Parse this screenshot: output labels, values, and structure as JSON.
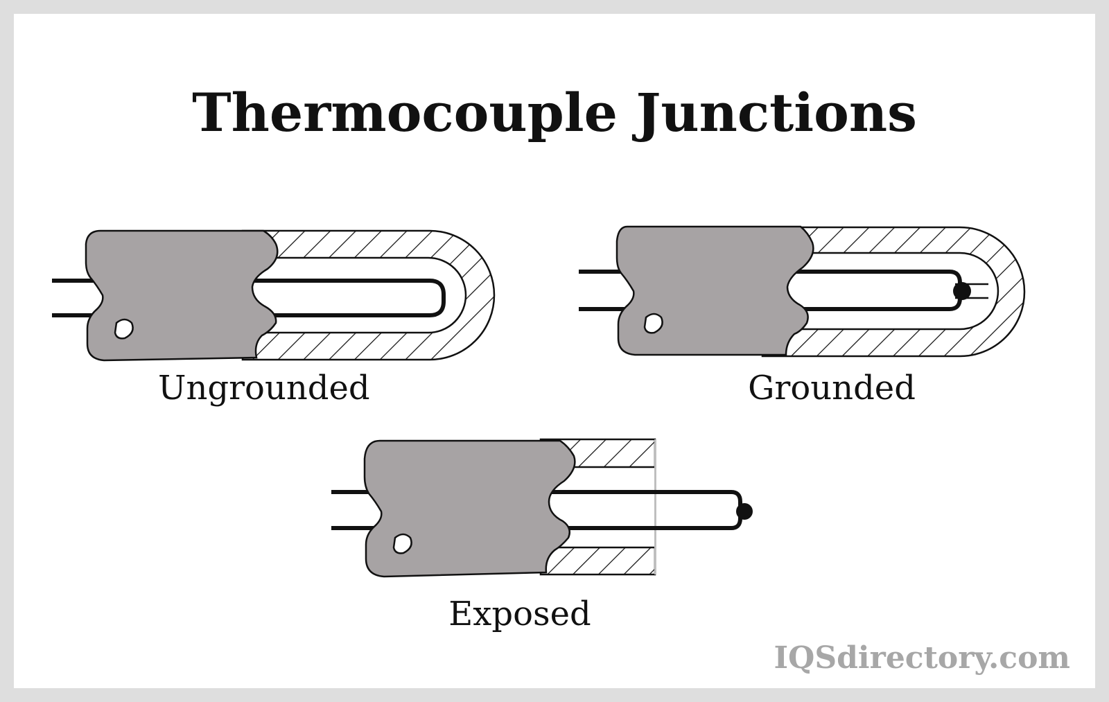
{
  "title": "Thermocouple Junctions",
  "junctions": [
    {
      "id": "ungrounded",
      "label": "Ungrounded"
    },
    {
      "id": "grounded",
      "label": "Grounded"
    },
    {
      "id": "exposed",
      "label": "Exposed"
    }
  ],
  "watermark": "IQSdirectory.com",
  "colors": {
    "background_border": "#dedede",
    "panel": "#ffffff",
    "insulation": "#a7a3a4",
    "ink": "#111111",
    "watermark": "#a7a7a7"
  }
}
